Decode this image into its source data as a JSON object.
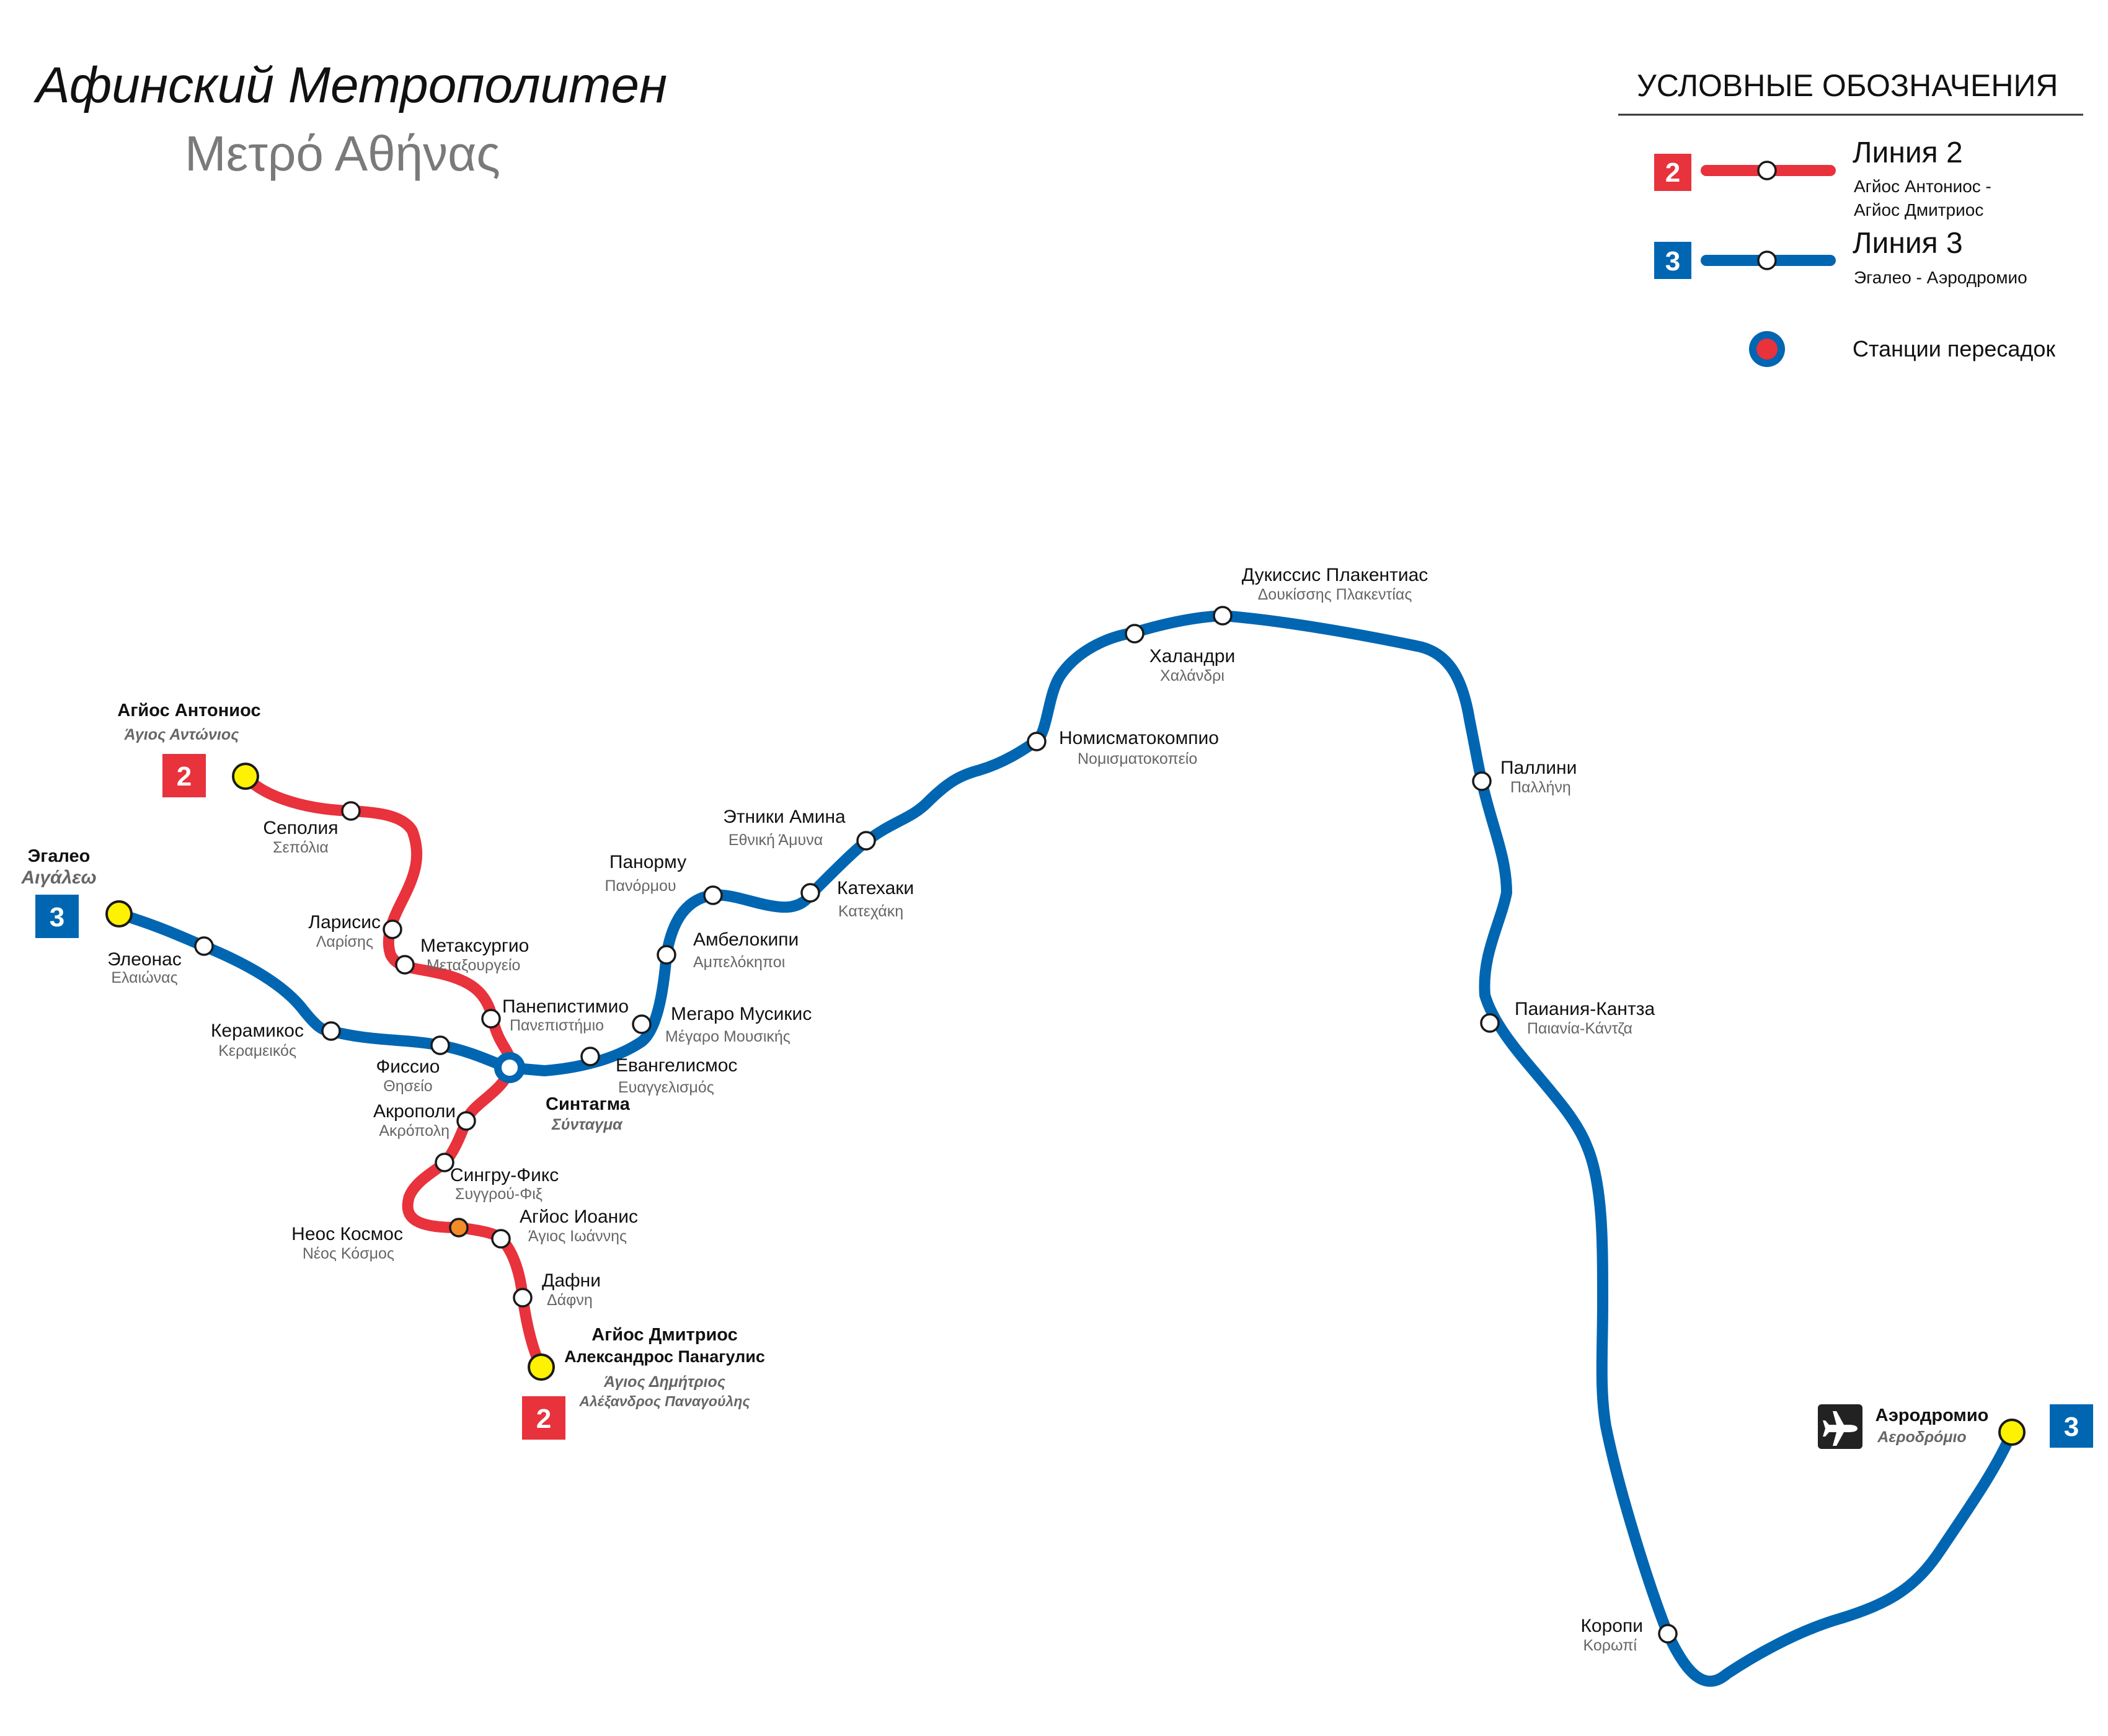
{
  "title": "Афинский Метрополитен",
  "subtitle": "Μετρό Αθήνας",
  "legend": {
    "heading": "УСЛОВНЫЕ ОБОЗНАЧЕНИЯ",
    "line2": {
      "badge": "2",
      "name": "Линия 2",
      "route_1": "Агйос Антониос -",
      "route_2": "Агйос Дмитриос"
    },
    "line3": {
      "badge": "3",
      "name": "Линия 3",
      "route": "Эгалео - Аэродромио"
    },
    "transfer": "Станции пересадок"
  },
  "colors": {
    "line2": "#e8323c",
    "line3": "#0066b2",
    "terminal": "#fff200",
    "planned_station": "#f28c28",
    "airport_icon_bg": "#222222"
  },
  "line2": {
    "badge_top": "2",
    "badge_bottom": "2",
    "north_terminal": {
      "ru": "Агйос Антониос",
      "gr": "Άγιος Αντώνιος"
    },
    "south_terminal": {
      "ru_1": "Агйос Дмитриос",
      "ru_2": "Александрос Панагулис",
      "gr_1": "Άγιος Δημήτριος",
      "gr_2": "Αλέξανδρος Παναγούλης"
    },
    "stations": [
      {
        "ru": "Сеполия",
        "gr": "Σεπόλια"
      },
      {
        "ru": "Ларисис",
        "gr": "Λαρίσης"
      },
      {
        "ru": "Метаксургио",
        "gr": "Μεταξουργείο"
      },
      {
        "ru": "Панепистимио",
        "gr": "Πανεπιστήμιο"
      },
      {
        "ru": "Акрополи",
        "gr": "Ακρόπολη"
      },
      {
        "ru": "Сингру-Фикс",
        "gr": "Συγγρού-Φιξ"
      },
      {
        "ru": "Неос Космос",
        "gr": "Νέος Κόσμος"
      },
      {
        "ru": "Агйос Иоанис",
        "gr": "Άγιος Ιωάννης"
      },
      {
        "ru": "Дафни",
        "gr": "Δάφνη"
      }
    ]
  },
  "transfer_station": {
    "ru": "Синтагма",
    "gr": "Σύνταγμα"
  },
  "line3": {
    "badge_west": "3",
    "badge_east": "3",
    "west_terminal": {
      "ru": "Эгалео",
      "gr": "Αιγάλεω"
    },
    "east_terminal": {
      "ru": "Аэродромио",
      "gr": "Αεροδρόμιο"
    },
    "airport_icon": "airplane-icon",
    "stations": [
      {
        "ru": "Элеонас",
        "gr": "Ελαιώνας"
      },
      {
        "ru": "Керамикос",
        "gr": "Κεραμεικός"
      },
      {
        "ru": "Фиссио",
        "gr": "Θησείο"
      },
      {
        "ru": "Евангелисмос",
        "gr": "Ευαγγελισμός"
      },
      {
        "ru": "Мегаро Мусикис",
        "gr": "Μέγαρο Μουσικής"
      },
      {
        "ru": "Амбелокипи",
        "gr": "Αμπελόκηποι"
      },
      {
        "ru": "Панорму",
        "gr": "Πανόρμου"
      },
      {
        "ru": "Катехаки",
        "gr": "Κατεχάκη"
      },
      {
        "ru": "Этники Амина",
        "gr": "Εθνική Άμυνα"
      },
      {
        "ru": "Номисматокомпио",
        "gr": "Νομισματοκοπείο"
      },
      {
        "ru": "Халандри",
        "gr": "Χαλάνδρι"
      },
      {
        "ru": "Дукиссис Плакентиас",
        "gr": "Δουκίσσης Πλακεντίας"
      },
      {
        "ru": "Паллини",
        "gr": "Παλλήνη"
      },
      {
        "ru": "Паиания-Кантза",
        "gr": "Παιανία-Κάντζα"
      },
      {
        "ru": "Коропи",
        "gr": "Κορωπί"
      }
    ]
  }
}
